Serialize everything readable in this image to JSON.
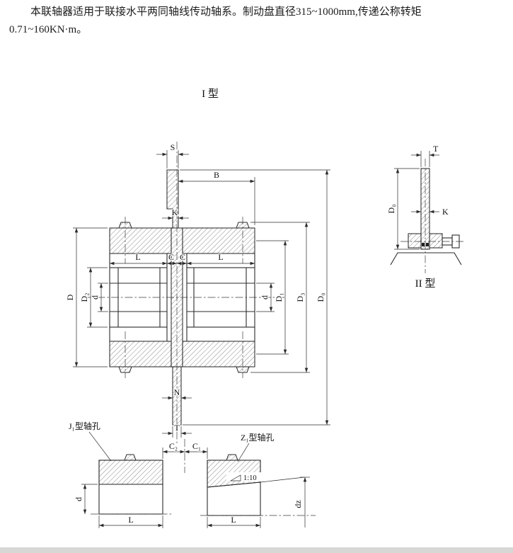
{
  "intro": {
    "text": "本联轴器适用于联接水平两同轴线传动轴系。制动盘直径315~1000mm,传递公称转矩0.71~160KN·m。"
  },
  "captions": {
    "type1": "I 型",
    "type2": "II 型",
    "j1_hole": "J₁型轴孔",
    "z1_hole": "Z₁型轴孔",
    "taper": "1:10"
  },
  "dims": {
    "S": "S",
    "K": "K",
    "B": "B",
    "L": "L",
    "C": "C",
    "N": "N",
    "T": "T",
    "D": "D",
    "D0": "D₀",
    "D1": "D₁",
    "D2": "D₂",
    "D3": "D₃",
    "d": "d",
    "dz": "dz",
    "C1": "C₁",
    "C2": "C₂"
  }
}
